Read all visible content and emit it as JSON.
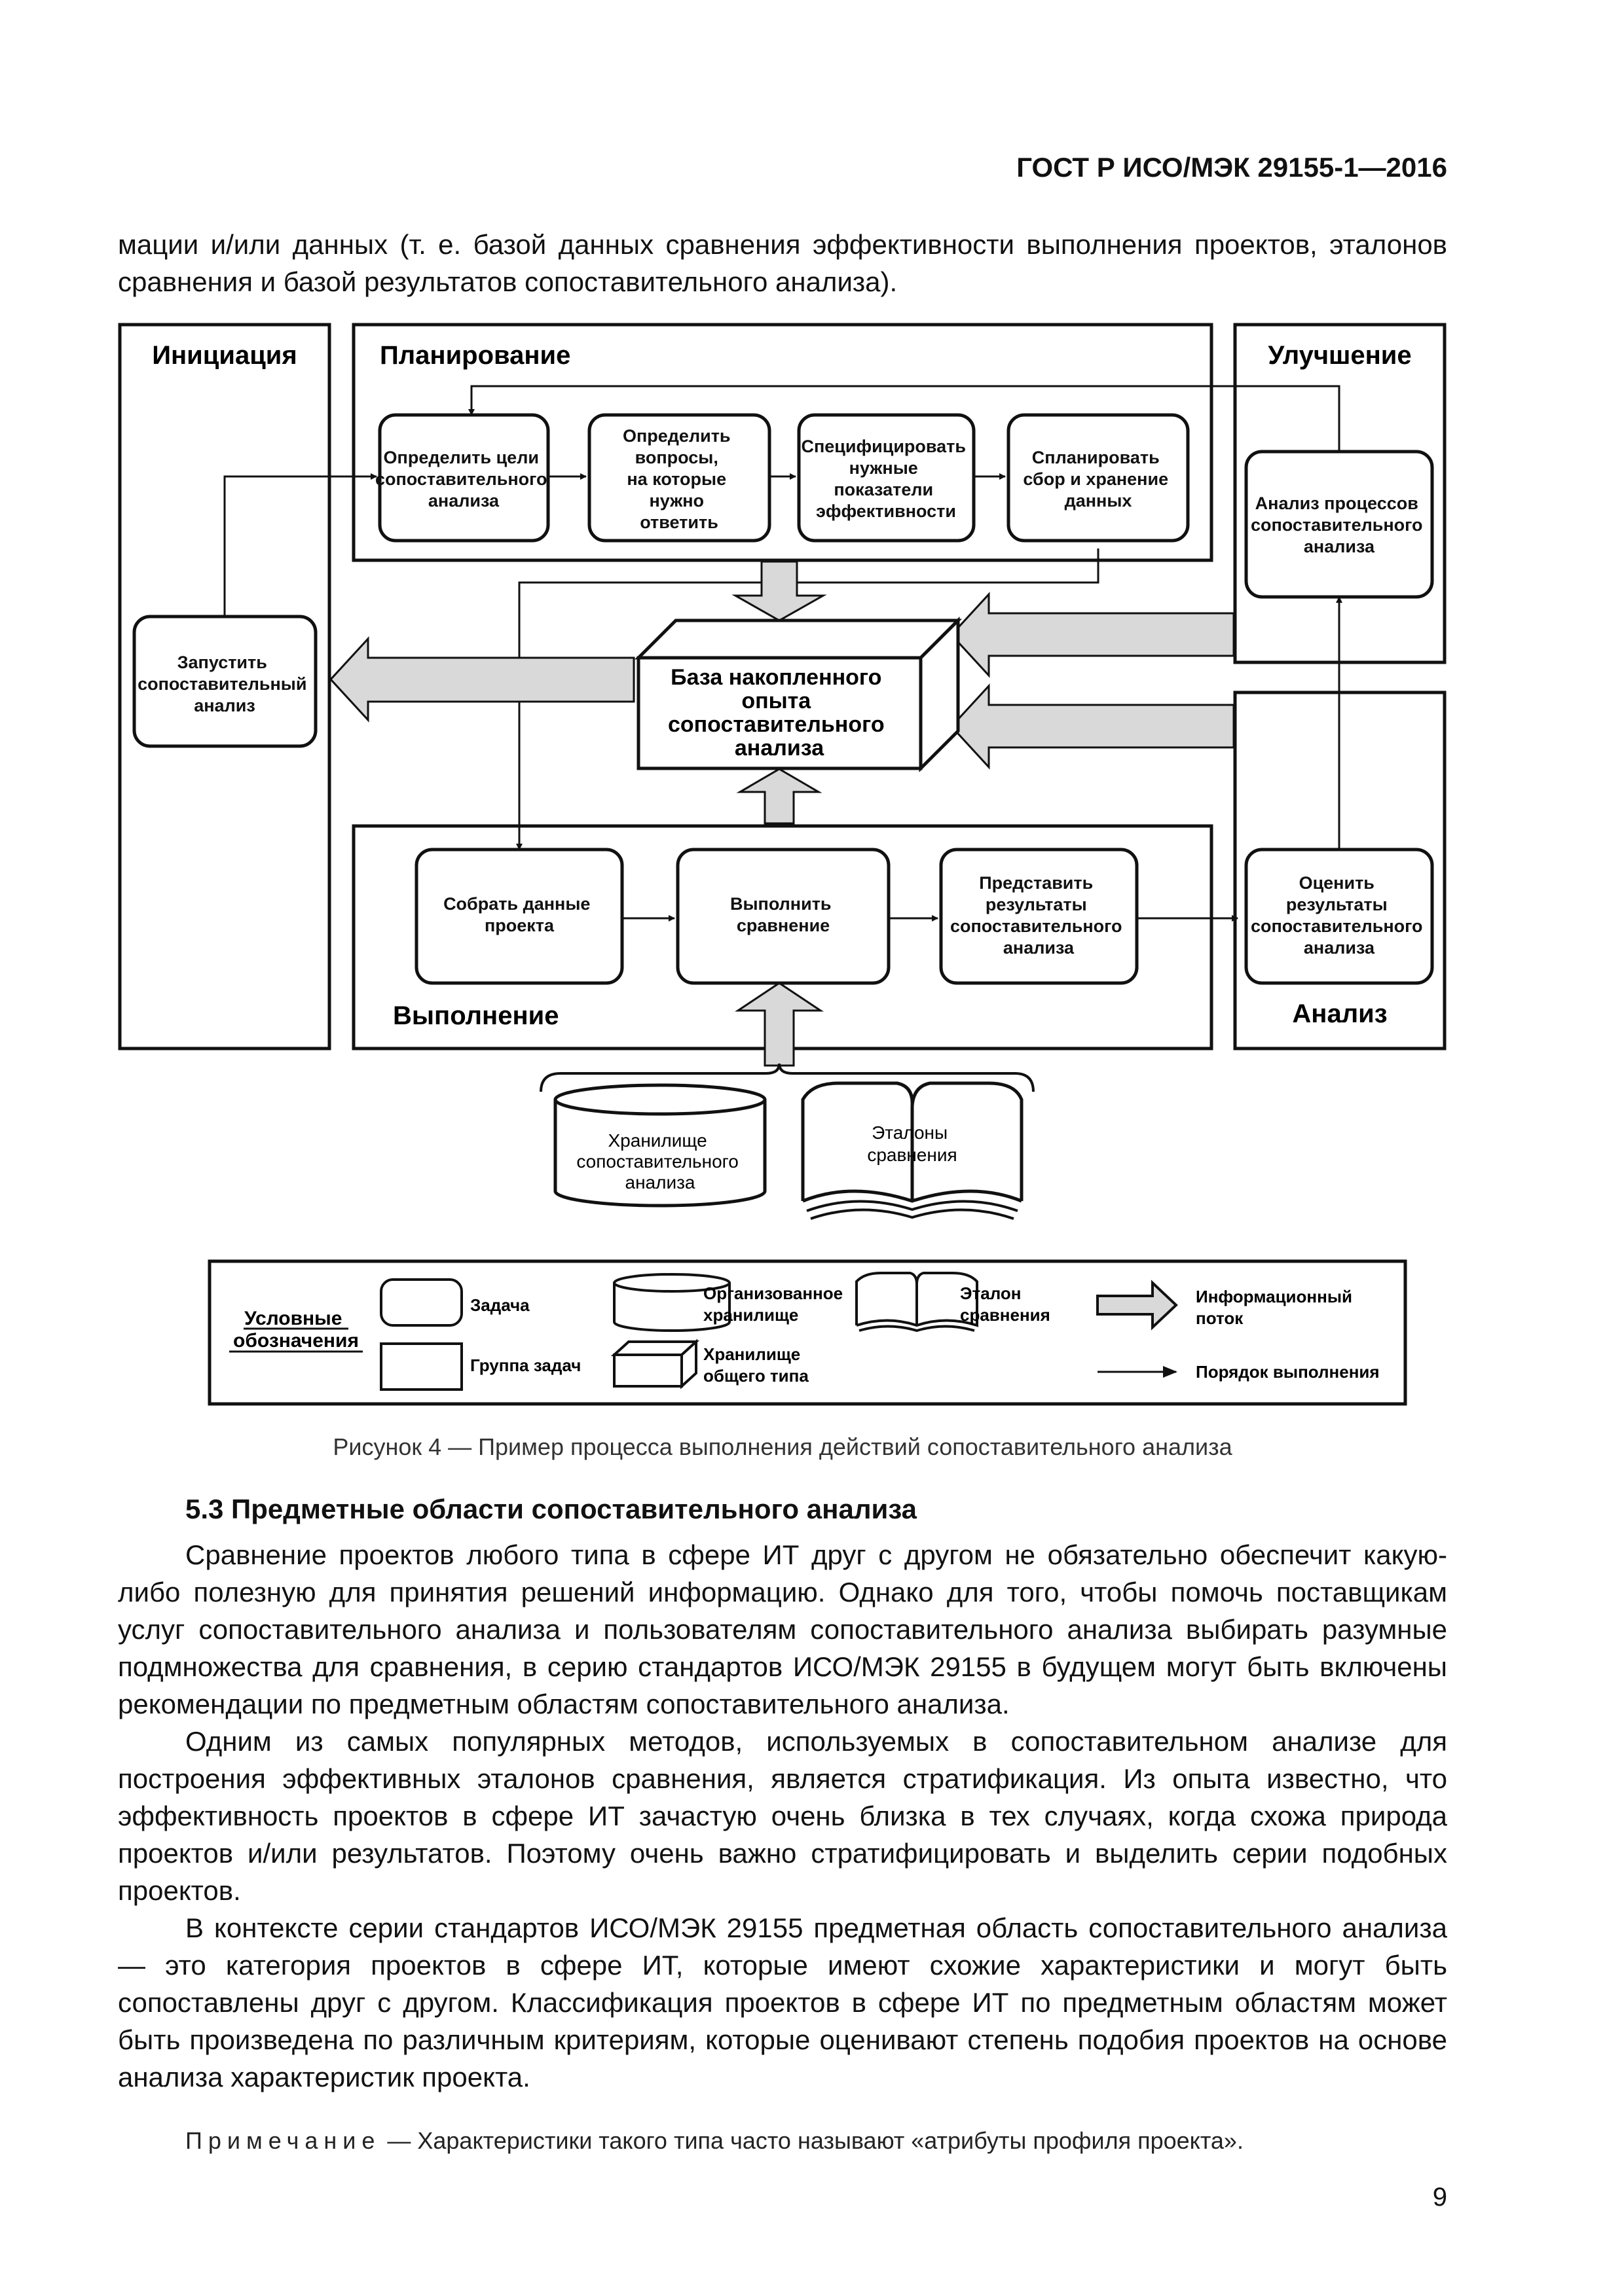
{
  "header": "ГОСТ Р ИСО/МЭК 29155-1—2016",
  "intro_text": "мации и/или данных (т. е. базой данных сравнения эффективности выполнения проектов, эталонов сравнения и базой результатов сопоставительного анализа).",
  "diagram": {
    "groups": {
      "initiation": "Инициация",
      "planning": "Планирование",
      "improvement": "Улучшение",
      "execution": "Выполнение",
      "analysis": "Анализ"
    },
    "tasks": {
      "launch": [
        "Запустить",
        "сопоставительный",
        "анализ"
      ],
      "define_goals": [
        "Определить цели",
        "сопоставительного",
        "анализа"
      ],
      "define_questions": [
        "Определить",
        "вопросы,",
        "на которые",
        "нужно",
        "ответить"
      ],
      "specify_indicators": [
        "Специфицировать",
        "нужные",
        "показатели",
        "эффективности"
      ],
      "plan_collection": [
        "Спланировать",
        "сбор и хранение",
        "данных"
      ],
      "analyze_processes": [
        "Анализ процессов",
        "сопоставительного",
        "анализа"
      ],
      "collect_data": [
        "Собрать данные",
        "проекта"
      ],
      "compare": [
        "Выполнить",
        "сравнение"
      ],
      "present_results": [
        "Представить",
        "результаты",
        "сопоставительного",
        "анализа"
      ],
      "evaluate_results": [
        "Оценить",
        "результаты",
        "сопоставительного",
        "анализа"
      ]
    },
    "database": [
      "База накопленного",
      "опыта",
      "сопоставительного",
      "анализа"
    ],
    "repository": [
      "Хранилище",
      "сопоставительного",
      "анализа"
    ],
    "benchmarks": [
      "Эталоны",
      "сравнения"
    ]
  },
  "legend": {
    "title": [
      "Условные",
      "обозначения"
    ],
    "task": "Задача",
    "task_group": "Группа задач",
    "organized_storage": [
      "Организованное",
      "хранилище"
    ],
    "general_storage": [
      "Хранилище",
      "общего типа"
    ],
    "benchmark": [
      "Эталон",
      "сравнения"
    ],
    "info_flow": [
      "Информационный",
      "поток"
    ],
    "execution_order": "Порядок выполнения"
  },
  "caption": "Рисунок  4 — Пример процесса выполнения действий сопоставительного анализа",
  "section_title": "5.3 Предметные области сопоставительного анализа",
  "paragraphs": [
    "Сравнение проектов любого типа в сфере ИТ друг с другом не обязательно обеспечит какую-либо полезную для принятия решений информацию. Однако для того, чтобы помочь поставщикам услуг сопоставительного анализа и пользователям сопоставительного анализа выбирать разумные подмножества для сравнения, в серию стандартов ИСО/МЭК 29155 в будущем могут быть включены рекомендации по предметным областям сопоставительного анализа.",
    "Одним из самых популярных методов, используемых в сопоставительном анализе для построения эффективных эталонов сравнения, является стратификация. Из опыта известно, что эффективность проектов в сфере ИТ зачастую очень близка в тех случаях, когда схожа природа проектов и/или результатов. Поэтому очень важно стратифицировать и выделить серии подобных проектов.",
    "В контексте серии стандартов ИСО/МЭК 29155 предметная область сопоставительного анализа — это категория проектов в сфере ИТ, которые имеют схожие характеристики и могут быть сопоставлены друг с другом. Классификация проектов в сфере ИТ по предметным областям может быть произведена по различным критериям, которые оценивают степень подобия проектов на основе анализа характеристик проекта."
  ],
  "note_label": "Примечание",
  "note_text": " — Характеристики такого типа часто называют «атрибуты профиля проекта».",
  "page_number": "9"
}
